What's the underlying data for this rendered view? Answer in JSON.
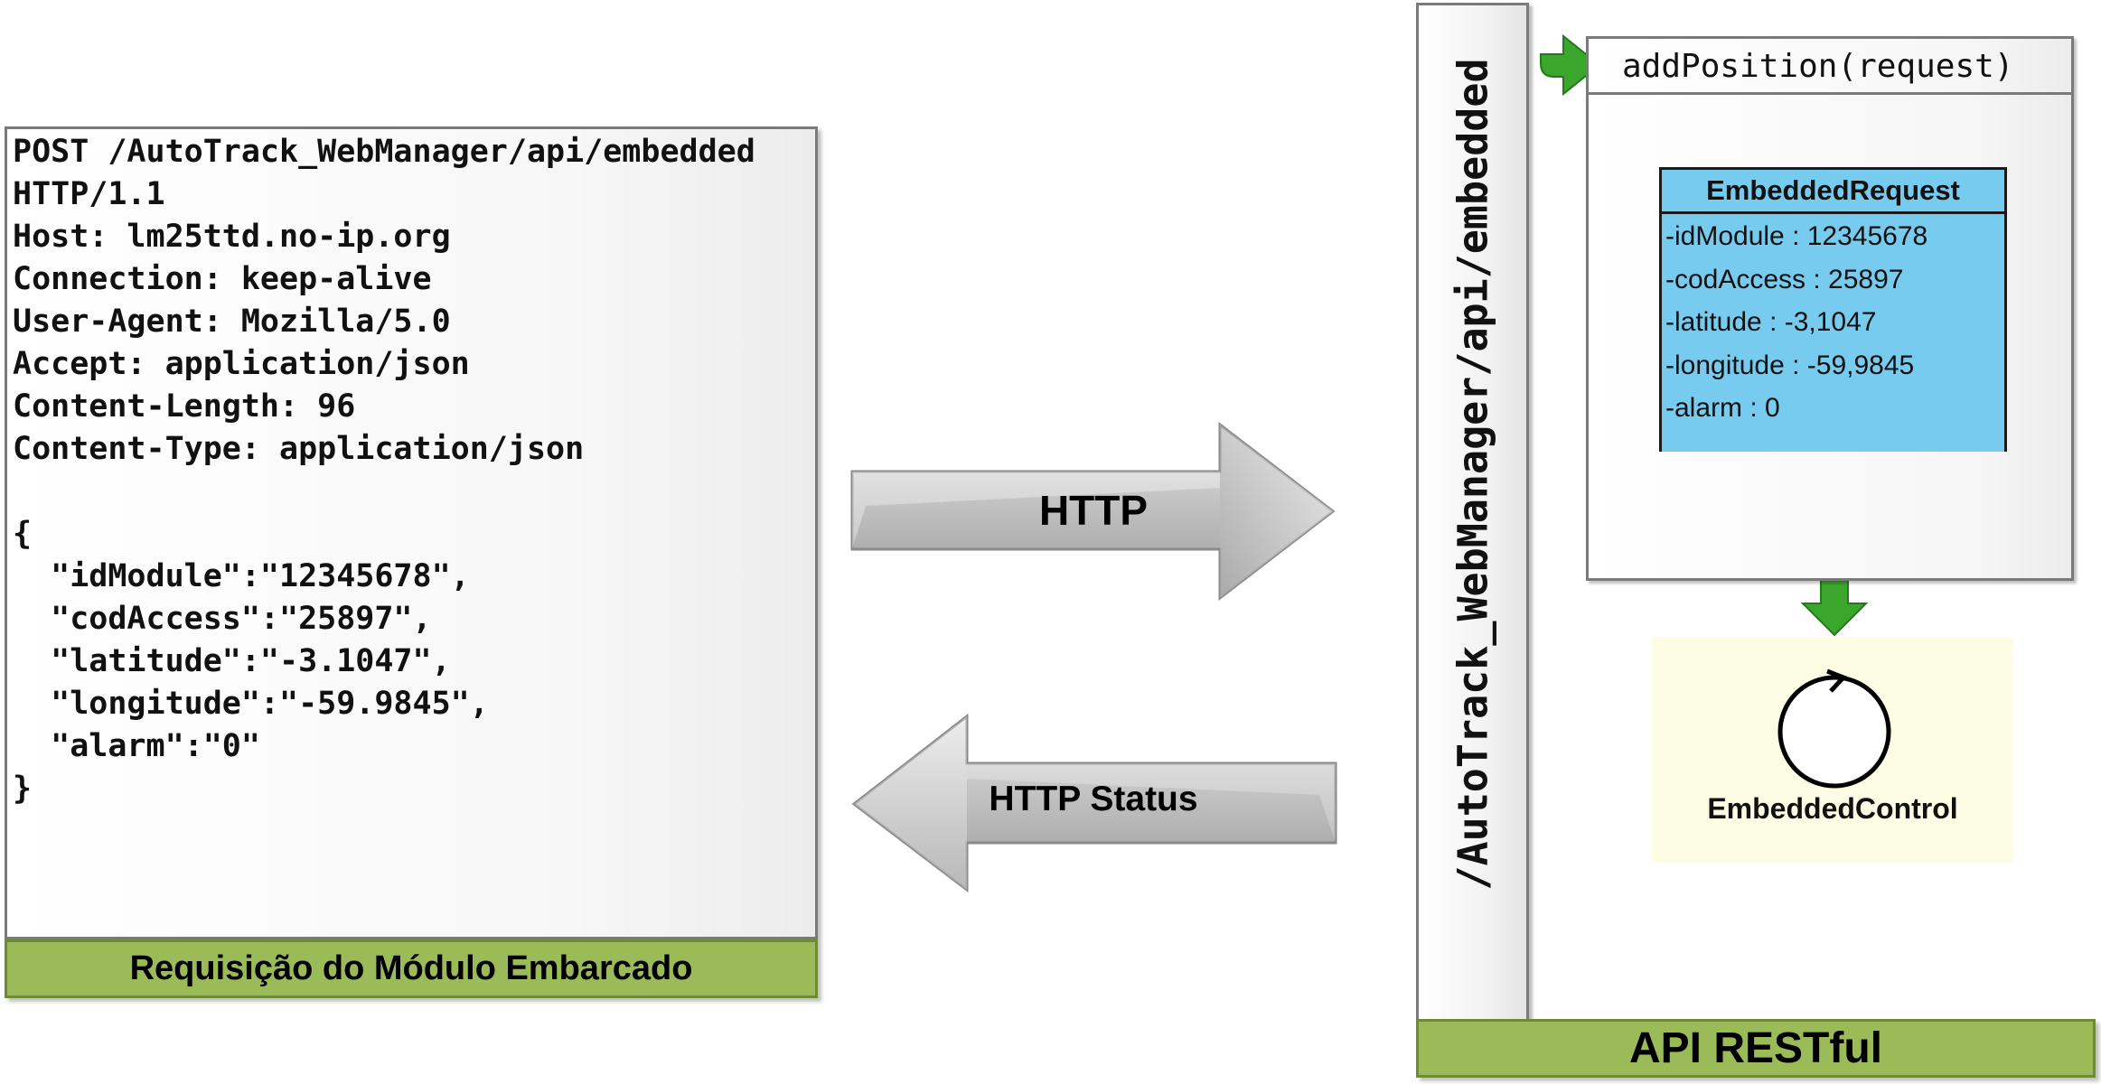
{
  "request": {
    "lines": [
      "POST /AutoTrack_WebManager/api/embedded",
      "HTTP/1.1",
      "Host: lm25ttd.no-ip.org",
      "Connection: keep-alive",
      "User-Agent: Mozilla/5.0",
      "Accept: application/json",
      "Content-Length: 96",
      "Content-Type: application/json",
      "",
      "{",
      "  \"idModule\":\"12345678\",",
      "  \"codAccess\":\"25897\",",
      "  \"latitude\":\"-3.1047\",",
      "  \"longitude\":\"-59.9845\",",
      "  \"alarm\":\"0\"",
      "}"
    ],
    "footer": "Requisição do Módulo Embarcado"
  },
  "arrows": {
    "forward_label": "HTTP",
    "back_label": "HTTP Status"
  },
  "api": {
    "path": "/AutoTrack_WebManager/api/embedded",
    "method": "addPosition(request)",
    "footer": "API RESTful"
  },
  "uml_class": {
    "name": "EmbeddedRequest",
    "attributes": [
      "-idModule : 12345678",
      "-codAccess : 25897",
      "-latitude : -3,1047",
      "-longitude : -59,9845",
      "-alarm : 0"
    ]
  },
  "control": {
    "name": "EmbeddedControl"
  },
  "colors": {
    "footer_green": "#9bbb59",
    "uml_blue": "#77cbee",
    "call_arrow_green": "#3aa62c",
    "control_bg": "#fdfde5"
  },
  "icons": [
    "call-arrow-icon",
    "flow-down-arrow-icon",
    "control-circle-icon"
  ]
}
